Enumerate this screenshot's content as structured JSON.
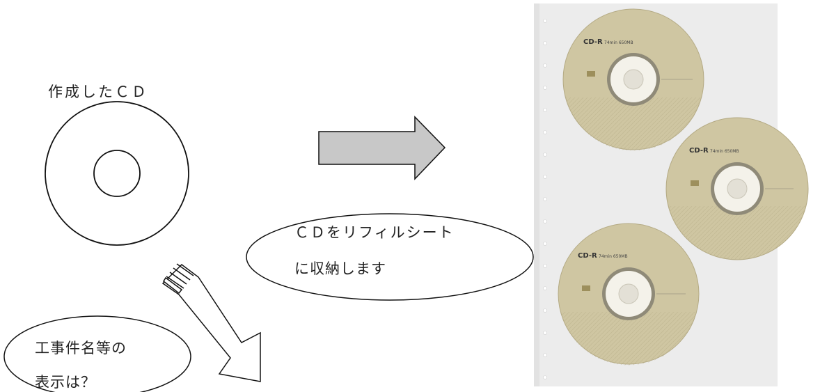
{
  "labels": {
    "created_cd": "作成したＣＤ",
    "refill_line1": "ＣＤをリフィルシート",
    "refill_line2": "に収納します",
    "project_name_line1": "工事件名等の",
    "project_name_line2": "表示は？"
  },
  "photo": {
    "discs": [
      {
        "brand": "CD-R",
        "spec": "74min 650MB"
      },
      {
        "brand": "CD-R",
        "spec": "74min 650MB"
      },
      {
        "brand": "CD-R",
        "spec": "74min 650MB"
      }
    ]
  },
  "colors": {
    "arrow_fill": "#c8c8c8",
    "disc_gold": "#cfc6a2",
    "sheet": "#ececec"
  }
}
